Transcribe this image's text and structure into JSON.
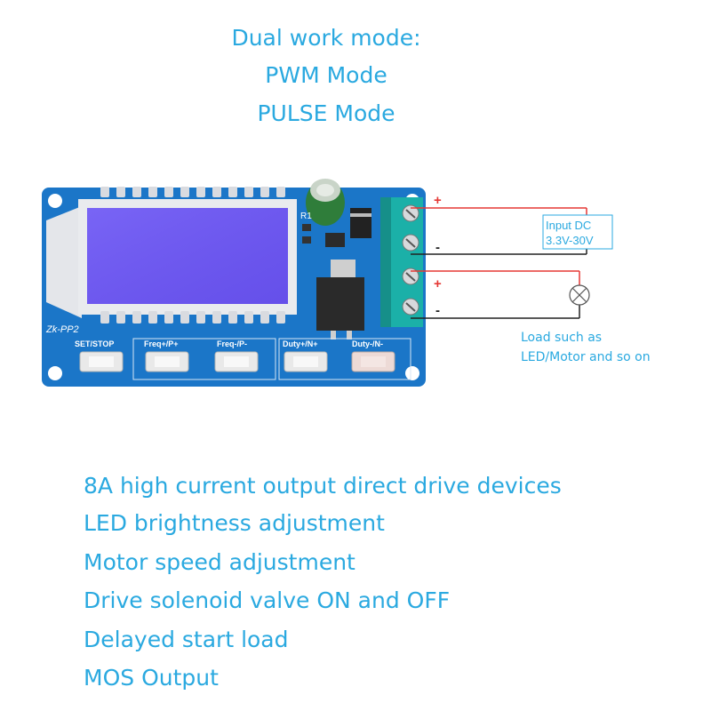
{
  "header": {
    "lines": [
      "Dual work mode:",
      "PWM Mode",
      "PULSE Mode"
    ]
  },
  "board": {
    "model_label": "Zk-PP2",
    "resistor_label": "R1",
    "buttons": [
      "SET/STOP",
      "Freq+/P+",
      "Freq-/P-",
      "Duty+/N+",
      "Duty-/N-"
    ],
    "input_label_line1": "Input DC",
    "input_label_line2": "3.3V-30V",
    "polarity": [
      "+",
      "-",
      "+",
      "-"
    ],
    "colors": {
      "pcb": "#1b76c8",
      "lcd": "#6e58f0",
      "accent": "#2aa9e0",
      "wire_red": "#e53935",
      "terminal": "#1bb0a8"
    },
    "icons": [
      "lamp-icon",
      "capacitor-icon",
      "terminal-screw-icon"
    ]
  },
  "load_note": {
    "line1": "Load such as",
    "line2": "LED/Motor and so on"
  },
  "features": [
    "8A high current output direct drive devices",
    "LED brightness adjustment",
    "Motor speed adjustment",
    "Drive solenoid valve ON and OFF",
    "Delayed start load",
    "MOS Output"
  ]
}
